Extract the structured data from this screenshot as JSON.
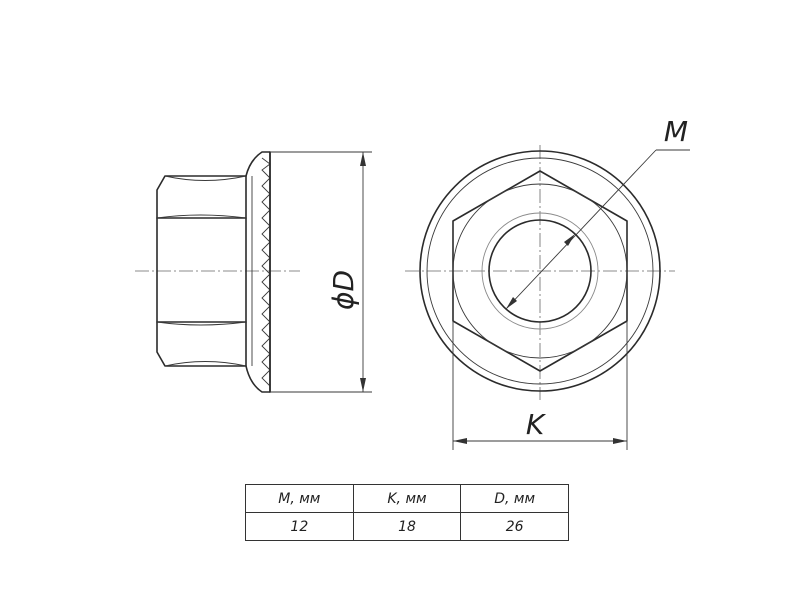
{
  "drawing": {
    "labels": {
      "thread": "M",
      "across_flats": "K",
      "flange_diameter": "ϕD"
    }
  },
  "spec_table": {
    "headers": [
      "M, мм",
      "K, мм",
      "D, мм"
    ],
    "values": [
      "12",
      "18",
      "26"
    ]
  }
}
